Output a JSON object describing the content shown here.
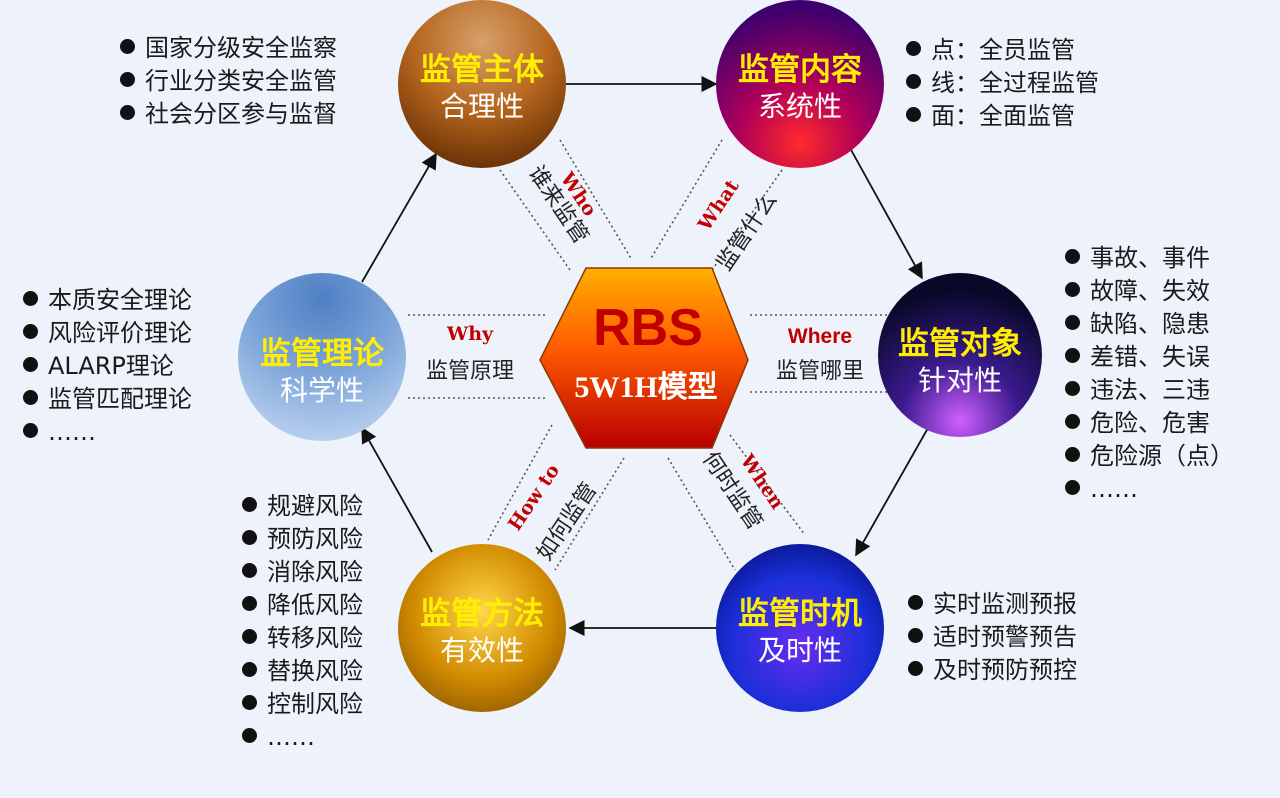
{
  "center": {
    "title": "RBS",
    "subtitle": "5W1H模型"
  },
  "nodes": {
    "subject": {
      "title": "监管主体",
      "subtitle": "合理性"
    },
    "content": {
      "title": "监管内容",
      "subtitle": "系统性"
    },
    "object": {
      "title": "监管对象",
      "subtitle": "针对性"
    },
    "timing": {
      "title": "监管时机",
      "subtitle": "及时性"
    },
    "method": {
      "title": "监管方法",
      "subtitle": "有效性"
    },
    "theory": {
      "title": "监管理论",
      "subtitle": "科学性"
    }
  },
  "connectors": {
    "who": {
      "tag": "Who",
      "label": "谁来监管"
    },
    "what": {
      "tag": "What",
      "label": "监管什么"
    },
    "where": {
      "tag": "Where",
      "label": "监管哪里"
    },
    "when": {
      "tag": "When",
      "label": "何时监管"
    },
    "howto": {
      "tag": "How to",
      "label": "如何监管"
    },
    "why": {
      "tag": "Why",
      "label": "监管原理"
    }
  },
  "lists": {
    "subject": [
      "国家分级安全监察",
      "行业分类安全监管",
      "社会分区参与监督"
    ],
    "content": [
      "点：全员监管",
      "线：全过程监管",
      "面：全面监管"
    ],
    "object": [
      "事故、事件",
      "故障、失效",
      "缺陷、隐患",
      "差错、失误",
      "违法、三违",
      "危险、危害",
      "危险源（点）",
      "……"
    ],
    "timing": [
      "实时监测预报",
      "适时预警预告",
      "及时预防预控"
    ],
    "method": [
      "规避风险",
      "预防风险",
      "消除风险",
      "降低风险",
      "转移风险",
      "替换风险",
      "控制风险",
      "……"
    ],
    "theory": [
      "本质安全理论",
      "风险评价理论",
      "ALARP理论",
      "监管匹配理论",
      "……"
    ]
  }
}
